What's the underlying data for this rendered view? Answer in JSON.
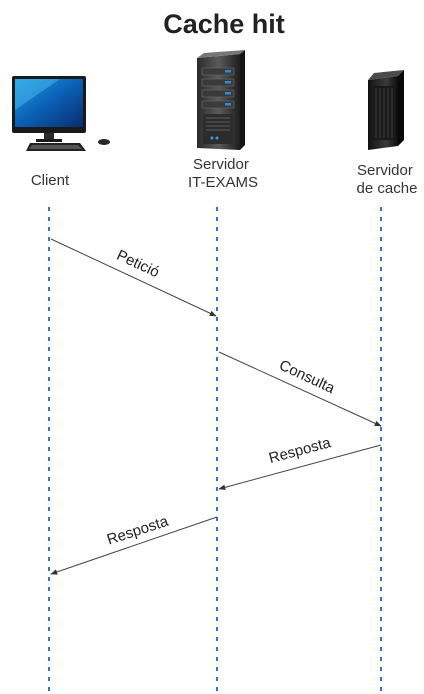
{
  "title": "Cache hit",
  "actors": [
    {
      "id": "client",
      "icon": "desktop-computer-icon",
      "lines": [
        "Client"
      ]
    },
    {
      "id": "server",
      "icon": "server-tower-icon",
      "lines": [
        "Servidor",
        "IT-EXAMS"
      ]
    },
    {
      "id": "cache",
      "icon": "server-rack-icon",
      "lines": [
        "Servidor",
        "de cache"
      ]
    }
  ],
  "messages": [
    {
      "id": "peticio",
      "from": "client",
      "to": "server",
      "label": "Petició"
    },
    {
      "id": "consulta",
      "from": "server",
      "to": "cache",
      "label": "Consulta"
    },
    {
      "id": "resposta-cache",
      "from": "cache",
      "to": "server",
      "label": "Resposta"
    },
    {
      "id": "resposta-client",
      "from": "server",
      "to": "client",
      "label": "Resposta"
    }
  ],
  "colors": {
    "lifeline": "#3a6fc8",
    "arrow": "#444444",
    "text": "#222222"
  }
}
